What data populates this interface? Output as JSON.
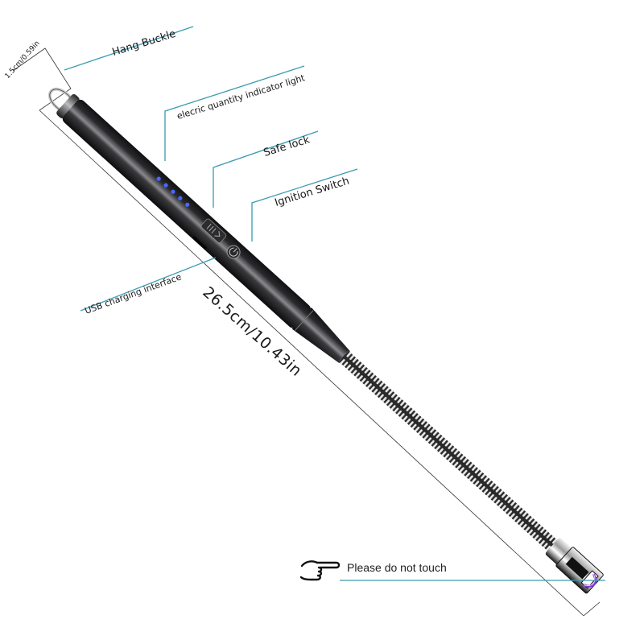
{
  "product": {
    "type": "USB rechargeable electric arc lighter",
    "colors": {
      "callout_line": "#3a9bb0",
      "body_dark": "#1c1c1e",
      "body_mid": "#5a5a5e",
      "indicator_led": "#3b5bff",
      "arc": "#8a3ad8",
      "dimension_line": "#333333"
    }
  },
  "callouts": {
    "hang_buckle": "Hang Buckle",
    "indicator_light": "elecric quantity indicator light",
    "safe_lock": "Safe lock",
    "ignition_switch": "Ignition Switch",
    "usb_interface": "USB charging interface",
    "do_not_touch": "Please do not touch"
  },
  "dimensions": {
    "length": "26.5cm/10.43in",
    "diameter": "1.5cm/0.59in"
  },
  "icons": {
    "pointing_hand": "pointing-hand-icon"
  },
  "indicator_leds": 5
}
